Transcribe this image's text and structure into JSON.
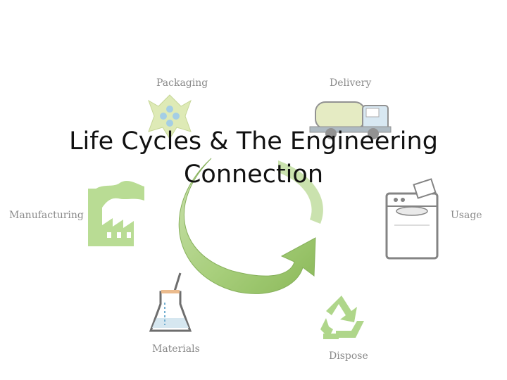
{
  "slide": {
    "title_line1": "Life Cycles & The Engineering",
    "title_line2": "Connection"
  },
  "stages": {
    "packaging": "Packaging",
    "delivery": "Delivery",
    "manufacturing": "Manufacturing",
    "usage": "Usage",
    "materials": "Materials",
    "dispose": "Dispose"
  },
  "colors": {
    "arrow": "#8fbf5a",
    "icon_green": "#9ccc6e",
    "icon_dark": "#6b6b6b",
    "label": "#8a8a8a"
  }
}
